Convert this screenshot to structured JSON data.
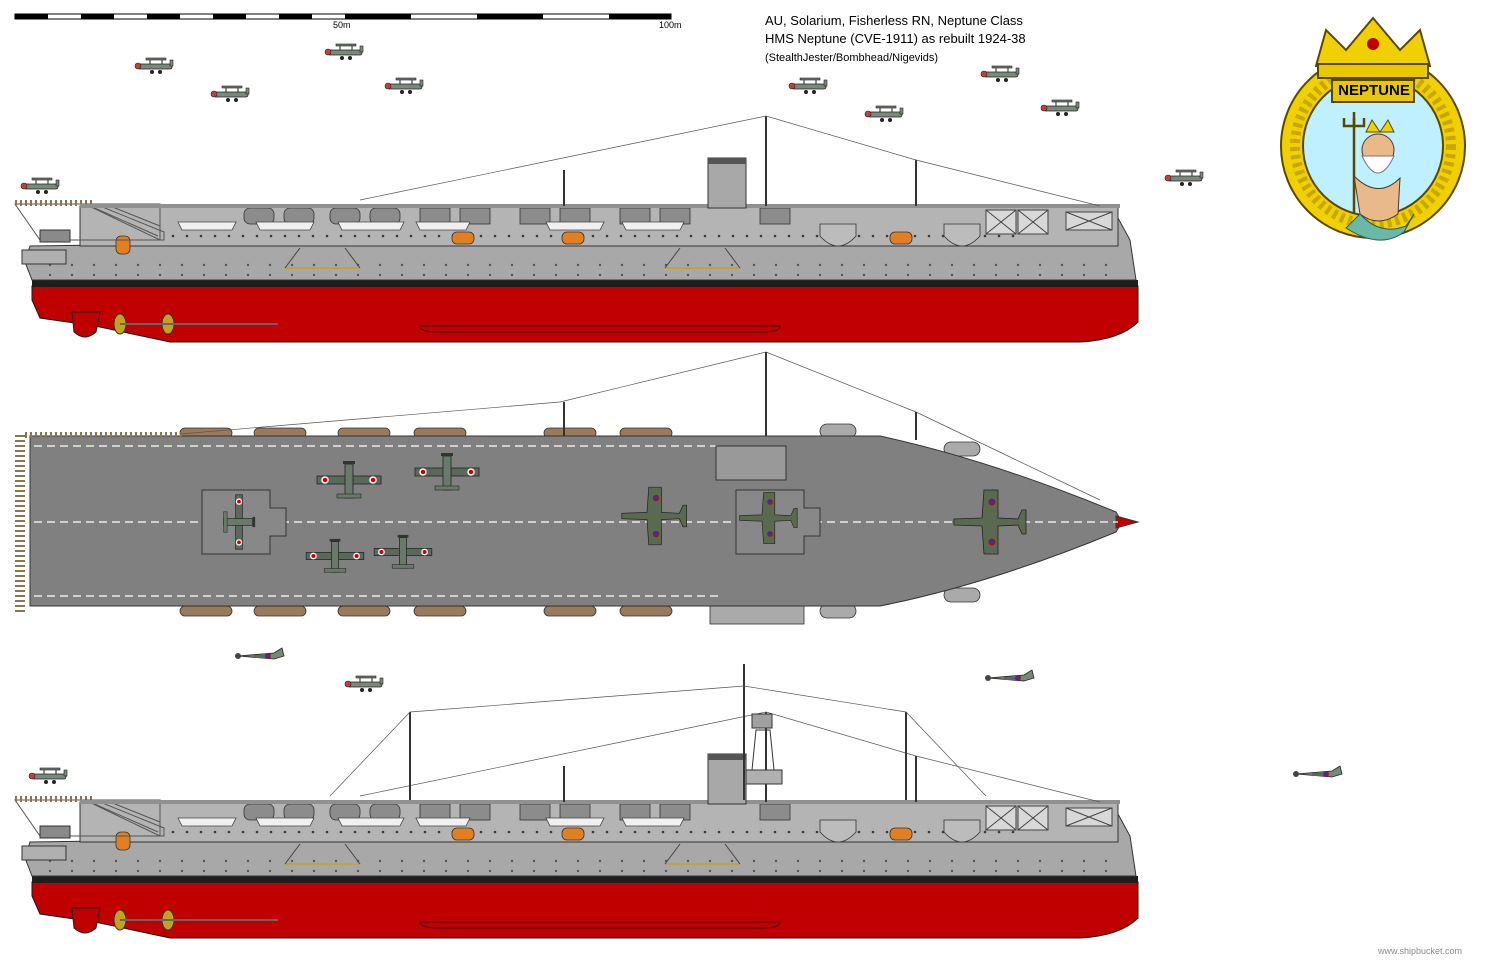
{
  "title": {
    "line1": "AU, Solarium, Fisherless RN, Neptune Class",
    "line2": "HMS Neptune (CVE-1911) as rebuilt 1924-38",
    "line3": "(StealthJester/Bombhead/Nigevids)"
  },
  "scale": {
    "label_mid": "50m",
    "label_end": "100m"
  },
  "badge": {
    "name": "NEPTUNE"
  },
  "credit": "www.shipbucket.com",
  "colors": {
    "hull_grey": "#a8a8a8",
    "deck_grey": "#808080",
    "boot_top": "#1e1e1e",
    "red_hull": "#c00000",
    "boat_orange": "#e08020",
    "badge_gold": "#f0d000",
    "badge_blue": "#bff0ff",
    "propeller": "#c8a020"
  }
}
